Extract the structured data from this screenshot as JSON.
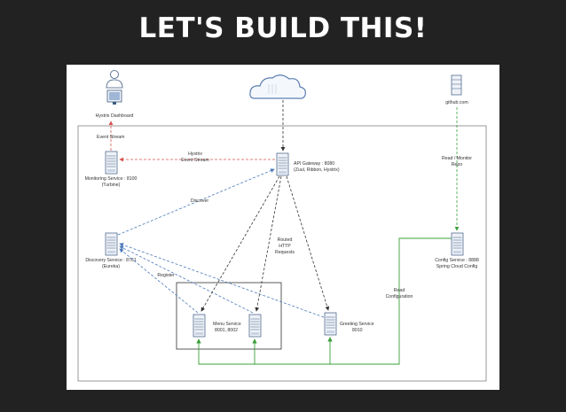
{
  "title": "LET'S BUILD THIS!",
  "colors": {
    "background": "#222222",
    "title": "#ffffff",
    "card": "#ffffff",
    "hystrix_stream": "#d9534f",
    "discovery": "#4a7ab8",
    "routing": "#333333",
    "config": "#3aa03a"
  },
  "nodes": {
    "hystrix_dashboard": "Hystrix Dashboard",
    "monitoring_service": [
      "Monitoring Service : 8100",
      "(Turbine)"
    ],
    "api_gateway": [
      "API Gateway : 8080",
      "(Zuul, Ribbon, Hystrix)"
    ],
    "discovery_service": [
      "Discovery Service : 8761",
      "(Eureka)"
    ],
    "config_service": [
      "Config Service : 8888",
      "Spring Cloud Config"
    ],
    "github": "github.com",
    "menu_service": [
      "Menu Service",
      "8001, 8002"
    ],
    "greeting_service": [
      "Greeting Service",
      "8010"
    ]
  },
  "edges": {
    "event_stream": "Event Stream",
    "hystrix_event_stream": [
      "Hystrix",
      "Event Stream"
    ],
    "discover": "Discover",
    "register": "Register",
    "routed_requests": [
      "Routed",
      "HTTP",
      "Requests"
    ],
    "read_monitor_repo": [
      "Read / Monitor",
      "Repo"
    ],
    "read_configuration": [
      "Read",
      "Configuration"
    ]
  },
  "icons": [
    "person-icon",
    "monitor-icon",
    "cloud-icon",
    "server-icon",
    "database-icon"
  ]
}
